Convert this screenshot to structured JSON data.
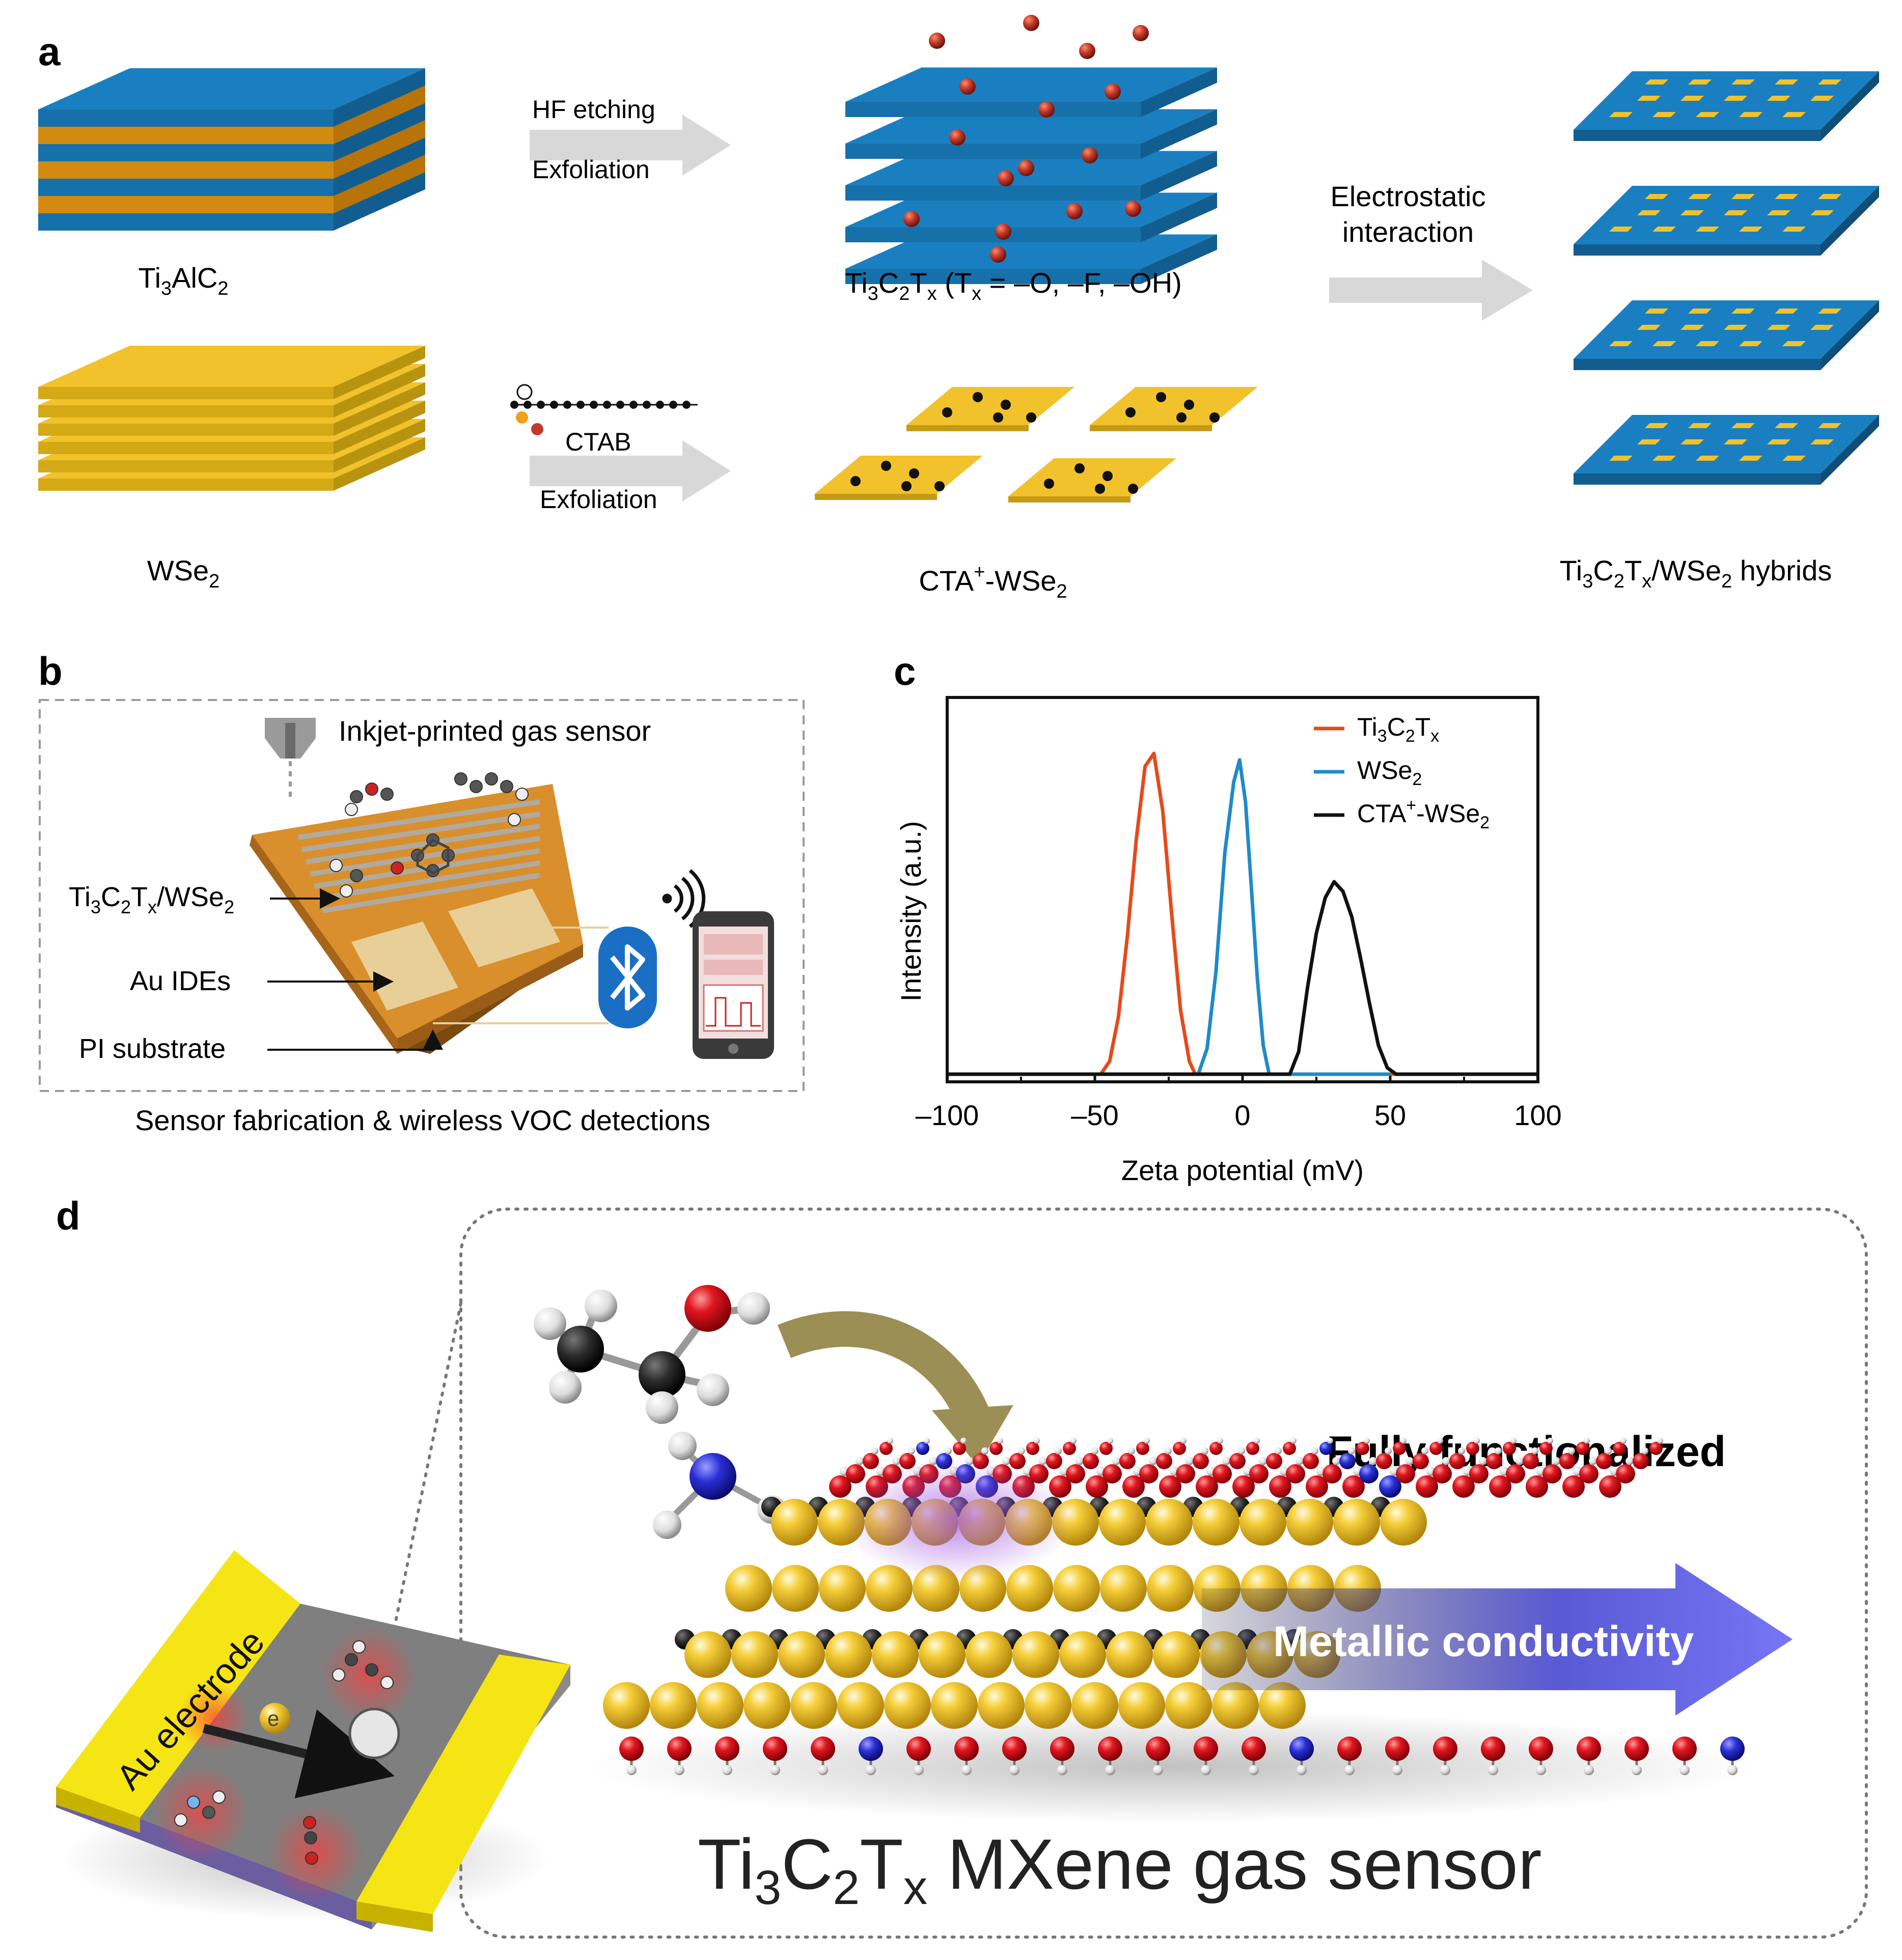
{
  "panels": {
    "a": "a",
    "b": "b",
    "c": "c",
    "d": "d"
  },
  "panel_a": {
    "ti3alc2": {
      "base": "Ti",
      "s1": "3",
      "mid": "AlC",
      "s2": "2"
    },
    "wse2": {
      "base": "WSe",
      "s1": "2"
    },
    "arrow1_top": "HF etching",
    "arrow1_bottom": "Exfoliation",
    "arrow2_top": "CTAB",
    "arrow2_bottom": "Exfoliation",
    "mxene": {
      "t1": "Ti",
      "s1": "3",
      "t2": "C",
      "s2": "2",
      "t3": "T",
      "s3": "x",
      "t4": " (T",
      "s4": "x",
      "t5": " = –O, –F, –OH)"
    },
    "cta_wse2": {
      "t1": "CTA",
      "sup": "+",
      "t2": "-WSe",
      "s1": "2"
    },
    "electrostatic_1": "Electrostatic",
    "electrostatic_2": "interaction",
    "hybrids": {
      "t1": "Ti",
      "s1": "3",
      "t2": "C",
      "s2": "2",
      "t3": "T",
      "s3": "x",
      "t4": "/WSe",
      "s4": "2",
      "t5": " hybrids"
    },
    "colors": {
      "mxene_blue": "#1a7fc0",
      "al_orange": "#e89a17",
      "wse2_yellow": "#f2c22c",
      "arrow_grey": "#d8d8d8",
      "termination_red": "#c0392b"
    }
  },
  "panel_b": {
    "title": "Inkjet-printed gas sensor",
    "label_hybrid": {
      "t1": "Ti",
      "s1": "3",
      "t2": "C",
      "s2": "2",
      "t3": "T",
      "s3": "x",
      "t4": "/WSe",
      "s4": "2"
    },
    "label_ides": "Au IDEs",
    "label_pi": "PI substrate",
    "caption": "Sensor fabrication & wireless VOC detections",
    "icons": [
      "inkjet-nozzle-icon",
      "bluetooth-icon",
      "wireless-signal-icon",
      "smartphone-icon"
    ]
  },
  "chart_data": {
    "type": "line",
    "xlabel": "Zeta potential (mV)",
    "ylabel": "Intensity (a.u.)",
    "xlim": [
      -100,
      100
    ],
    "ylim": [
      0,
      1.0
    ],
    "xticks": [
      -100,
      -50,
      0,
      50,
      100
    ],
    "grid": false,
    "legend_position": "top-right",
    "series": [
      {
        "name": "Ti3C2Tx",
        "legend": {
          "t1": "Ti",
          "s1": "3",
          "t2": "C",
          "s2": "2",
          "t3": "T",
          "s3": "x"
        },
        "color": "#e64a19",
        "x": [
          -100,
          -48,
          -45,
          -42,
          -39,
          -36,
          -33,
          -30,
          -27,
          -24,
          -21,
          -18,
          -16,
          100
        ],
        "y": [
          0,
          0,
          0.04,
          0.18,
          0.43,
          0.73,
          0.96,
          1.0,
          0.82,
          0.5,
          0.2,
          0.04,
          0,
          0
        ]
      },
      {
        "name": "WSe2",
        "legend": {
          "t1": "WSe",
          "s1": "2"
        },
        "color": "#1f8ac8",
        "x": [
          -100,
          -15,
          -12,
          -9,
          -6,
          -3,
          -1,
          1,
          3,
          5,
          7,
          9,
          50
        ],
        "y": [
          0,
          0,
          0.08,
          0.32,
          0.69,
          0.91,
          0.98,
          0.85,
          0.58,
          0.3,
          0.09,
          0,
          0
        ]
      },
      {
        "name": "CTA+-WSe2",
        "legend": {
          "t1": "CTA",
          "sup": "+",
          "t2": "-WSe",
          "s1": "2"
        },
        "color": "#111111",
        "x": [
          -100,
          16,
          19,
          22,
          25,
          28,
          31,
          34,
          37,
          40,
          43,
          46,
          49,
          52,
          100
        ],
        "y": [
          0,
          0,
          0.07,
          0.27,
          0.44,
          0.55,
          0.6,
          0.57,
          0.49,
          0.36,
          0.22,
          0.09,
          0.02,
          0,
          0
        ]
      }
    ]
  },
  "panel_d": {
    "electrode_label": "Au electrode",
    "electron_label": "e",
    "fully_functionalized": "Fully functionalized",
    "metallic_conductivity": "Metallic conductivity",
    "title": {
      "t1": "Ti",
      "s1": "3",
      "t2": "C",
      "s2": "2",
      "t3": "T",
      "s3": "x",
      "t4": " MXene gas sensor"
    },
    "colors": {
      "ti_yellow": "#f3c52a",
      "carbon_black": "#222222",
      "oxygen_red": "#e0161e",
      "hydrogen_white": "#eeeeee",
      "nitrogen_blue": "#2a2fd6",
      "curved_arrow": "#9c8f55",
      "conductivity_arrow": "#5a5ae6",
      "glow_purple": "#a35de0",
      "glow_red": "#ff3b3b"
    }
  }
}
